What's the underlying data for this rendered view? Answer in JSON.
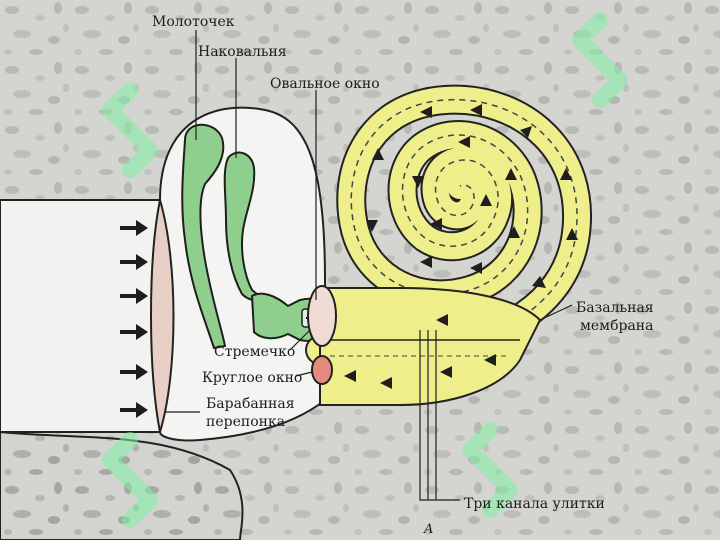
{
  "diagram": {
    "labels": {
      "malleus": "Молоточек",
      "incus": "Наковальня",
      "oval_window": "Овальное окно",
      "basilar_membrane_line1": "Базальная",
      "basilar_membrane_line2": "мембрана",
      "stapes": "Стремечко",
      "round_window": "Круглое окно",
      "tympanic_membrane_line1": "Барабанная",
      "tympanic_membrane_line2": "перепонка",
      "cochlea_canals": "Три канала улитки",
      "figure_letter": "A"
    },
    "colors": {
      "bone": "#cfd0cc",
      "cavity": "#f4f5f3",
      "cochlea_fill": "#eeef8a",
      "ossicle_fill": "#8fcf8e",
      "eardrum_fill": "#e8cfc6",
      "outline": "#222222",
      "arrow": "#1e1e1e",
      "watermark": "#7ff0a4"
    }
  }
}
